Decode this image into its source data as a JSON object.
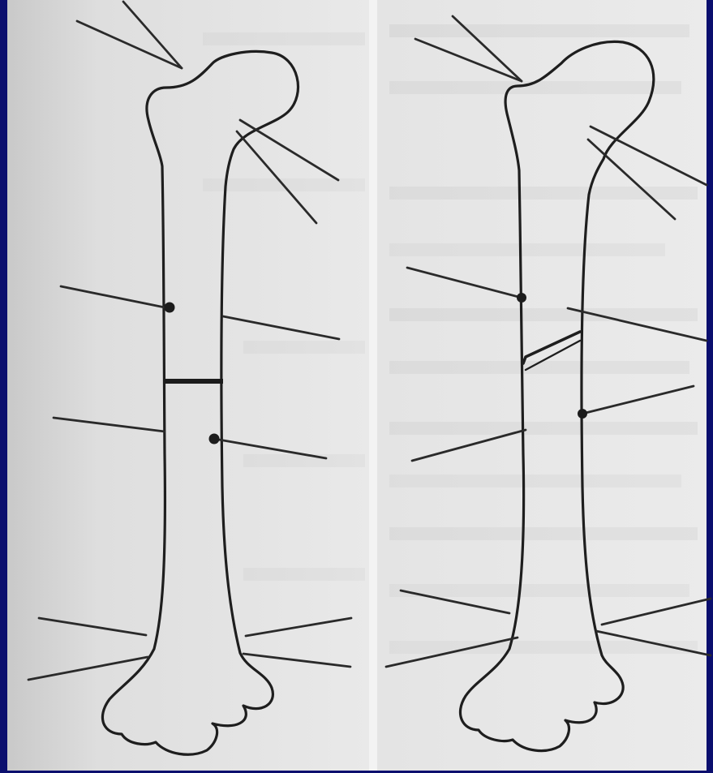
{
  "figure": {
    "background_color": "#0b0f6e",
    "paper_color": "#e6e6e6",
    "ink_color": "#1e1e1e",
    "panels": [
      {
        "id": "left",
        "bone": "femur",
        "osteotomy": "transverse"
      },
      {
        "id": "right",
        "bone": "femur",
        "osteotomy": "oblique"
      }
    ]
  }
}
